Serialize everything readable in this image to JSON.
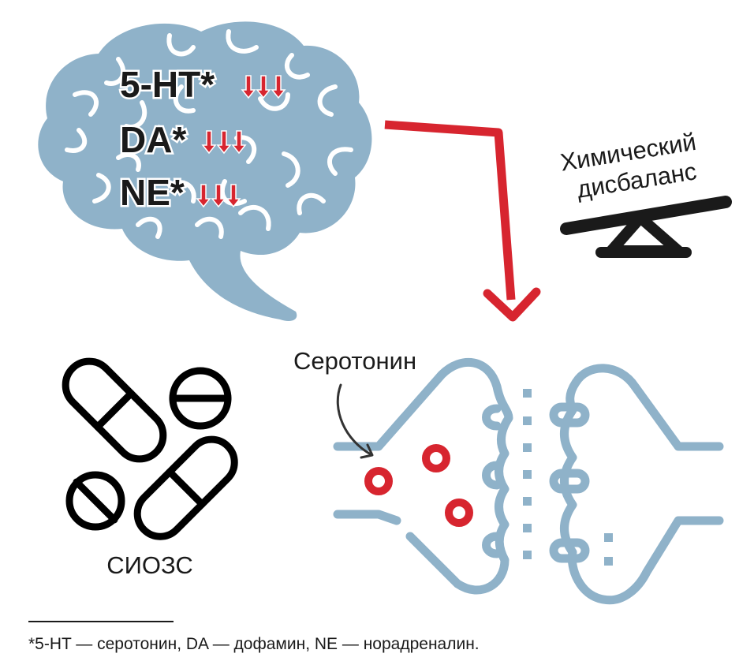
{
  "neurotransmitters": [
    {
      "label": "5-HT*",
      "arrows": 3,
      "level": "low"
    },
    {
      "label": "DA*",
      "arrows": 3,
      "level": "low"
    },
    {
      "label": "NE*",
      "arrows": 3,
      "level": "low"
    }
  ],
  "imbalance_label_line1": "Химический",
  "imbalance_label_line2": "дисбаланс",
  "serotonin_label": "Серотонин",
  "drug_label": "СИОЗС",
  "footnote": "*5-HT — серотонин, DA — дофамин, NE — норадреналин.",
  "colors": {
    "brain": "#8fb2c9",
    "synapse": "#8fb2c9",
    "accent_red": "#d7252f",
    "ink": "#1a1a1a"
  },
  "icons": [
    "brain-icon",
    "down-arrow-icon",
    "seesaw-icon",
    "capsule-icon",
    "tablet-icon",
    "synapse-icon",
    "serotonin-molecule-icon"
  ]
}
